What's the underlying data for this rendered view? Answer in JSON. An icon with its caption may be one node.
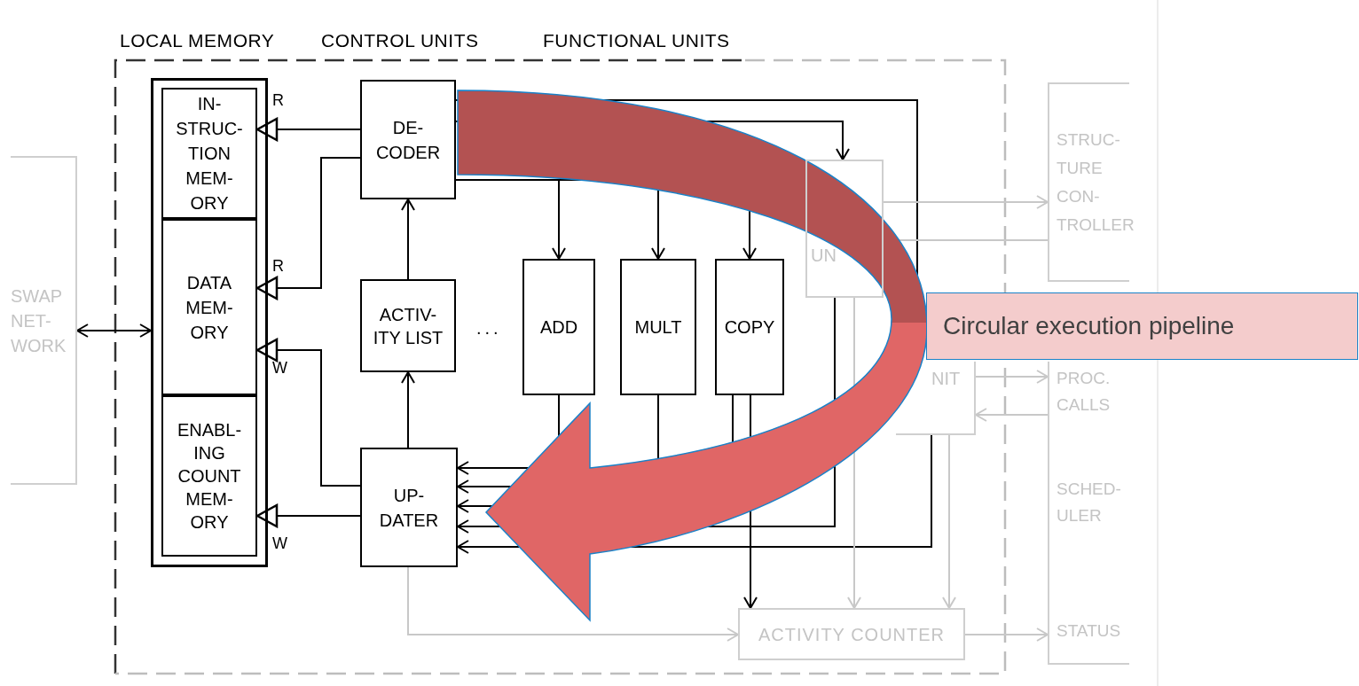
{
  "diagram": {
    "nodes": [
      {
        "text": [],
        "shape": "box"
      },
      {
        "text": [
          "IN- STRUC- TION MEM- ORY"
        ],
        "in": 0
      },
      {
        "text": [
          "DATA MEM- ORY"
        ],
        "in": 0
      },
      {
        "text": [
          "ENABL- ING COUNT MEM- ORY"
        ],
        "in": 0
      },
      {
        "text": [
          "DE- CODER"
        ]
      },
      {
        "text": [
          "ACTIV- ITY LIST"
        ]
      },
      {
        "text": [
          "UP- DATER"
        ]
      },
      {
        "text": [
          "ADD"
        ]
      },
      {
        "text": [
          "MULT"
        ]
      },
      {
        "text": [
          "COPY"
        ]
      },
      {
        "text": [
          "SWAP NET- WORK"
        ]
      },
      {
        "text": [
          "UN"
        ]
      },
      {
        "text": [
          "NIT"
        ]
      },
      {
        "text": [
          "ACTIVITY COUNTER"
        ]
      },
      {
        "text": [
          "STRUC- TURE CON- TROLLER"
        ]
      },
      {
        "text": [
          "PROC. CALLS",
          "SCHED- ULER",
          "STATUS"
        ]
      },
      {
        "text": [
          "Circular execution pipeline"
        ]
      }
    ],
    "edges": [
      {
        "from": 4,
        "to": 1,
        "arrow": "to"
      },
      {
        "from": 4,
        "to": 2,
        "arrow": "to"
      },
      {
        "from": 6,
        "to": 2,
        "arrow": "to"
      },
      {
        "from": 6,
        "to": 3,
        "arrow": "to"
      },
      {
        "from": 5,
        "to": 4,
        "arrow": "to"
      },
      {
        "from": 6,
        "to": 5,
        "arrow": "to"
      },
      {
        "from": 4,
        "to": 7,
        "arrow": "to"
      },
      {
        "from": 4,
        "to": 8,
        "arrow": "to"
      },
      {
        "from": 4,
        "to": 9,
        "arrow": "to"
      },
      {
        "from": 4,
        "to": 11,
        "arrow": "to"
      },
      {
        "from": 4,
        "to": 12,
        "arrow": "to"
      },
      {
        "from": 7,
        "to": 6,
        "arrow": "to"
      },
      {
        "from": 8,
        "to": 6,
        "arrow": "to"
      },
      {
        "from": 9,
        "to": 6,
        "arrow": "to"
      },
      {
        "from": 11,
        "to": 6,
        "arrow": "to"
      },
      {
        "from": 12,
        "to": 6,
        "arrow": "to"
      },
      {
        "from": 9,
        "to": 13,
        "arrow": "to"
      },
      {
        "from": 11,
        "to": 13,
        "arrow": "to",
        "color": "#c8c8c8"
      },
      {
        "from": 12,
        "to": 13,
        "arrow": "to",
        "color": "#c8c8c8"
      },
      {
        "from": 6,
        "to": 13,
        "arrow": "to",
        "color": "#c8c8c8"
      },
      {
        "from": 13,
        "to": 15,
        "arrow": "to",
        "color": "#c8c8c8"
      },
      {
        "from": 12,
        "to": 15,
        "arrow": "to",
        "color": "#c8c8c8"
      },
      {
        "from": 15,
        "to": 12,
        "arrow": "to",
        "color": "#c8c8c8"
      },
      {
        "from": 11,
        "to": 14,
        "arrow": "to",
        "color": "#c8c8c8"
      },
      {
        "from": 14,
        "to": 11,
        "arrow": "none",
        "color": "#c8c8c8"
      },
      {
        "from": 10,
        "to": 0,
        "arrow": "both"
      },
      {
        "from": 4,
        "to": 6,
        "arrow": "to",
        "style": "thick",
        "color": "#e06666"
      }
    ],
    "labels": [
      "LOCAL MEMORY",
      "CONTROL UNITS",
      "FUNCTIONAL UNITS",
      "R",
      "R",
      "W",
      "W",
      "..."
    ]
  }
}
